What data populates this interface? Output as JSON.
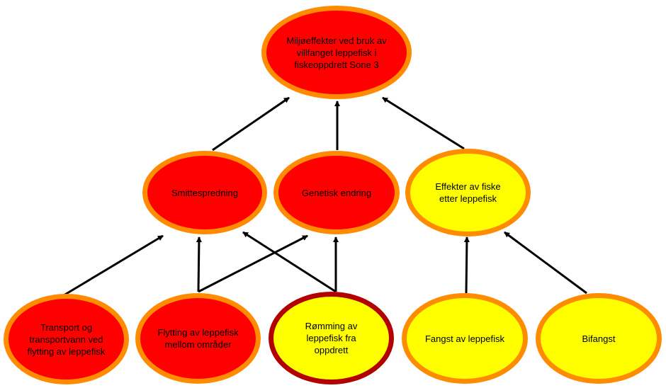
{
  "colors": {
    "high_risk_fill": "#ff0000",
    "moderate_risk_fill": "#ffff00",
    "node_border": "#ff8c00",
    "highlight_border": "#b30000",
    "arrow": "#000000"
  },
  "nodes": {
    "top": {
      "label": "Miljøeffekter ved bruk av villfanget leppefisk i fiskeoppdrett Sone 3"
    },
    "smittespredning": {
      "label": "Smittespredning"
    },
    "genetisk_endring": {
      "label": "Genetisk endring"
    },
    "effekter_fiske": {
      "label": "Effekter av fiske etter leppefisk"
    },
    "transport": {
      "label": "Transport og transportvann ved flytting av leppefisk"
    },
    "flytting": {
      "label": "Flytting av leppefisk mellom områder"
    },
    "romming": {
      "label": "Rømming av leppefisk fra oppdrett"
    },
    "fangst": {
      "label": "Fangst av leppefisk"
    },
    "bifangst": {
      "label": "Bifangst"
    }
  },
  "edges": [
    {
      "from": "smittespredning",
      "to": "top"
    },
    {
      "from": "genetisk_endring",
      "to": "top"
    },
    {
      "from": "effekter_fiske",
      "to": "top"
    },
    {
      "from": "transport",
      "to": "smittespredning"
    },
    {
      "from": "flytting",
      "to": "smittespredning"
    },
    {
      "from": "flytting",
      "to": "genetisk_endring"
    },
    {
      "from": "romming",
      "to": "smittespredning"
    },
    {
      "from": "romming",
      "to": "genetisk_endring"
    },
    {
      "from": "fangst",
      "to": "effekter_fiske"
    },
    {
      "from": "bifangst",
      "to": "effekter_fiske"
    }
  ]
}
